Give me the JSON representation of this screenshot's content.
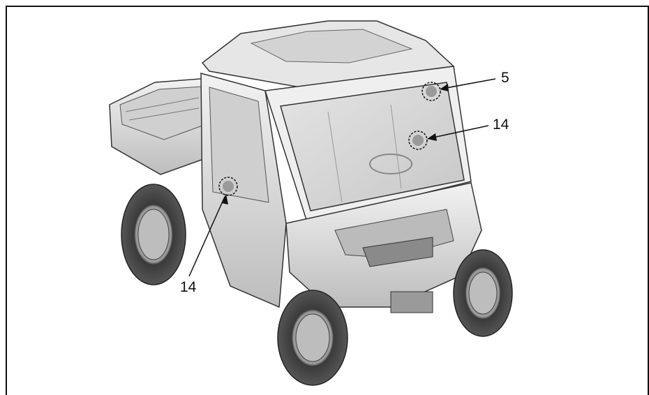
{
  "callouts": [
    {
      "id": "c5",
      "label": "5"
    },
    {
      "id": "c14a",
      "label": "14"
    },
    {
      "id": "c14b",
      "label": "14"
    }
  ],
  "colors": {
    "body_light": "#e8e8e8",
    "body_mid": "#c9c9c9",
    "body_dark": "#7a7a7a",
    "tire": "#3a3a3a",
    "glass": "#d6d6d6",
    "marker_dot": "#9a9a9a"
  }
}
